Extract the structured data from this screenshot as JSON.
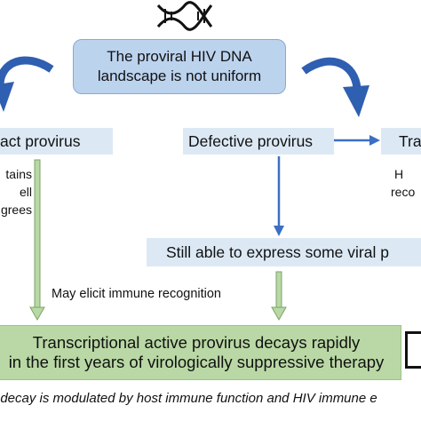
{
  "top_box": {
    "line1": "The proviral HIV DNA",
    "line2": "landscape is not uniform"
  },
  "branches": {
    "intact": "act provirus",
    "defective": "Defective provirus",
    "right_partial": "Tra"
  },
  "left_side_lines": [
    "tains",
    "ell",
    "grees"
  ],
  "right_side_lines": [
    "H",
    "reco"
  ],
  "express_box": "Still able to express some viral p",
  "immune_label": "May elicit immune recognition",
  "green_box": {
    "line1": "Transcriptional active provirus decays rapidly",
    "line2": "in the first years of virologically suppressive therapy"
  },
  "footer_note": "f decay is modulated by host immune function and HIV immune e",
  "colors": {
    "top_box_fill": "#bcd3ee",
    "branch_box_fill": "#dce9f5",
    "green_box_fill": "#b9d8a5",
    "blue_arrow": "#3a6fc4",
    "green_arrow": "#b9d8a5"
  },
  "icons": [
    "dna-icon",
    "curved-arrow-left-icon",
    "curved-arrow-right-icon",
    "checkbox-icon"
  ]
}
